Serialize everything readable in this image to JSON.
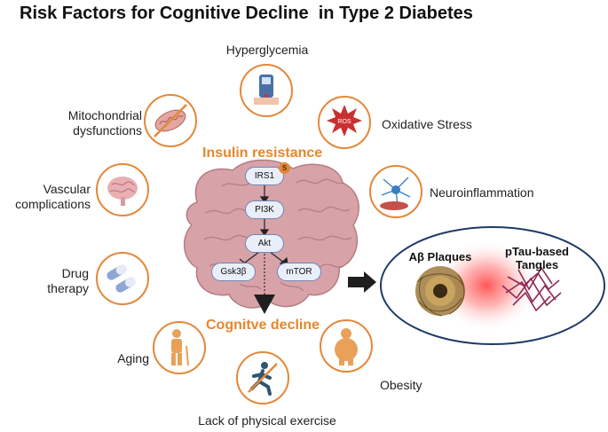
{
  "title": "Risk Factors for Cognitive Decline  in Type 2 Diabetes",
  "factors": {
    "hyperglycemia": "Hyperglycemia",
    "oxidative_stress": "Oxidative Stress",
    "neuroinflammation": "Neuroinflammation",
    "obesity": "Obesity",
    "lack_of_exercise": "Lack of physical exercise",
    "aging": "Aging",
    "drug_therapy_1": "Drug",
    "drug_therapy_2": "therapy",
    "vascular_1": "Vascular",
    "vascular_2": "complications",
    "mito_1": "Mitochondrial",
    "mito_2": "dysfunctions"
  },
  "center": {
    "insulin_resistance": "Insulin resistance",
    "cognitive_decline": "Cognitve decline"
  },
  "pathway": {
    "irs1": "IRS1",
    "serine_badge": "S",
    "pi3k": "PI3K",
    "akt": "Akt",
    "gsk3b": "Gsk3β",
    "mtor": "mTOR"
  },
  "outcome": {
    "ab_plaques": "Aβ Plaques",
    "ptau_1": "pTau-based",
    "ptau_2": "Tangles"
  },
  "icons": {
    "ros_text": "ROS",
    "hyperglycemia": "glucometer-icon",
    "oxidative_stress": "ros-burst-icon",
    "neuroinflammation": "glial-cell-icon",
    "obesity": "obese-person-icon",
    "lack_of_exercise": "crossed-runner-icon",
    "aging": "elderly-person-icon",
    "drug_therapy": "capsules-icon",
    "vascular": "brain-icon",
    "mito": "crossed-mitochondrion-icon"
  },
  "colors": {
    "accent": "#e3883a",
    "pathway_fill": "#e9eff8",
    "brain": "#d8a3a8",
    "glow": "#ff5c5c"
  }
}
